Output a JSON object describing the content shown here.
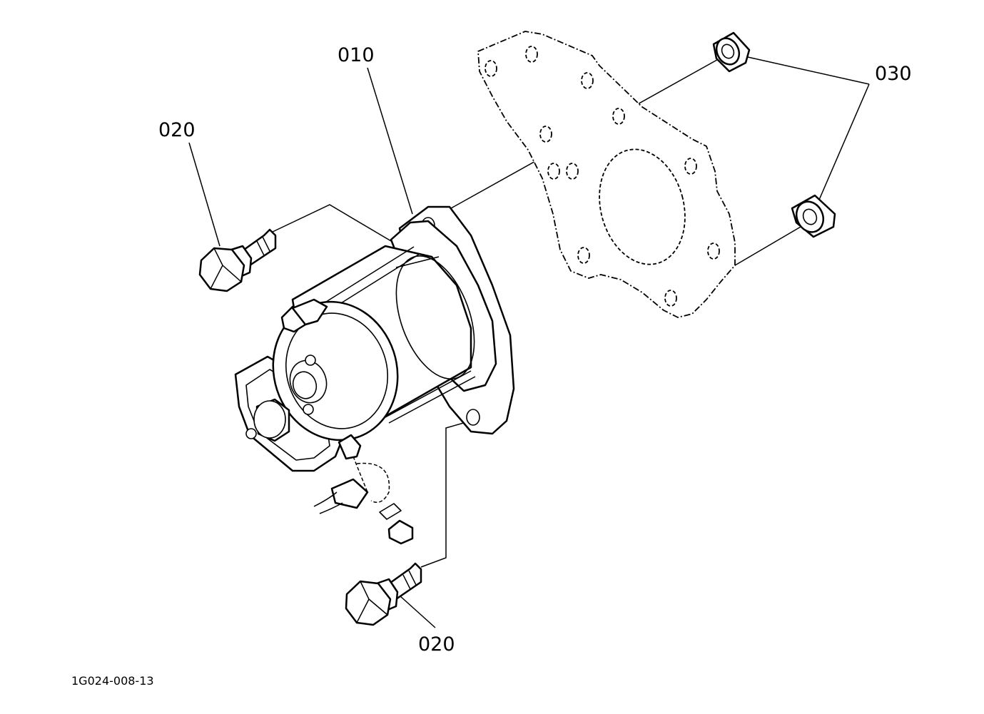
{
  "figure_id": "1G024-008-13",
  "callouts": {
    "starter": "010",
    "bolt_upper": "020",
    "bolt_lower": "020",
    "nut": "030"
  },
  "colors": {
    "line": "#000000",
    "background": "#ffffff"
  }
}
